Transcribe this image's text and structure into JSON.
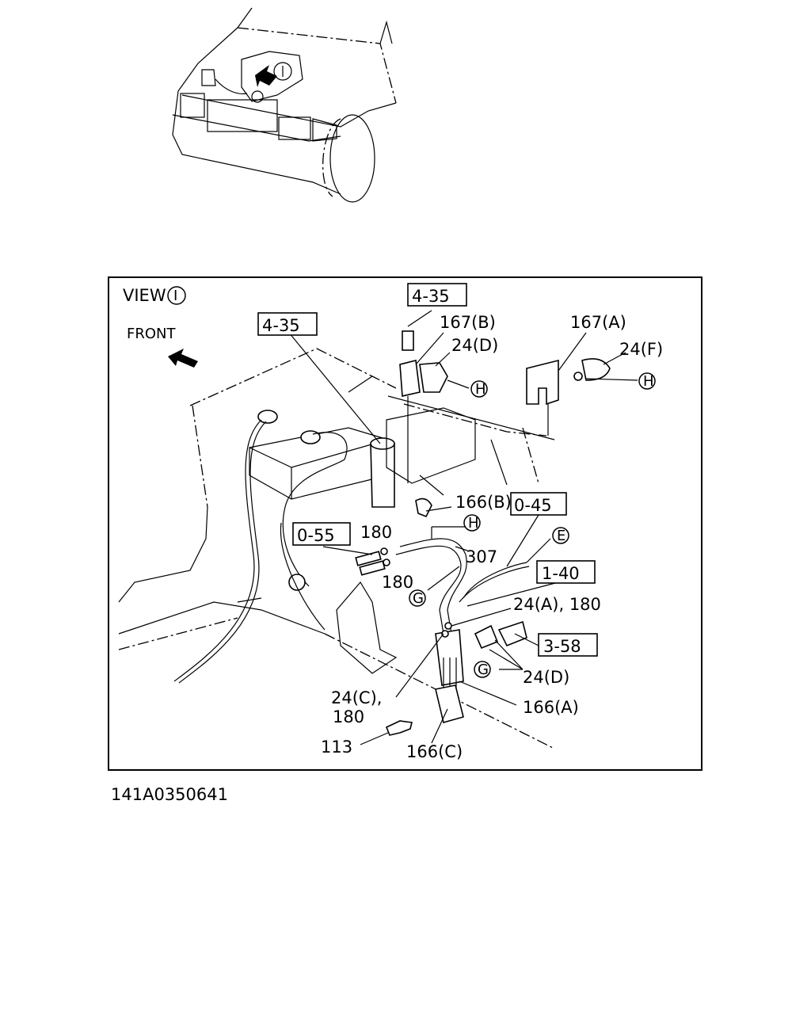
{
  "diagram": {
    "view_label": "VIEW",
    "view_marker": "I",
    "front_label": "FRONT",
    "drawing_code": "141A0350641",
    "ref_boxes": [
      "4-35",
      "4-35",
      "0-55",
      "0-45",
      "1-40",
      "3-58"
    ],
    "part_labels": [
      "167(B)",
      "24(D)",
      "167(A)",
      "24(F)",
      "166(B)",
      "180",
      "180",
      "307",
      "24(A), 180",
      "24(D)",
      "166(A)",
      "24(C),",
      "180",
      "113",
      "166(C)"
    ],
    "circle_markers": [
      "H",
      "H",
      "H",
      "G",
      "G",
      "E"
    ]
  }
}
